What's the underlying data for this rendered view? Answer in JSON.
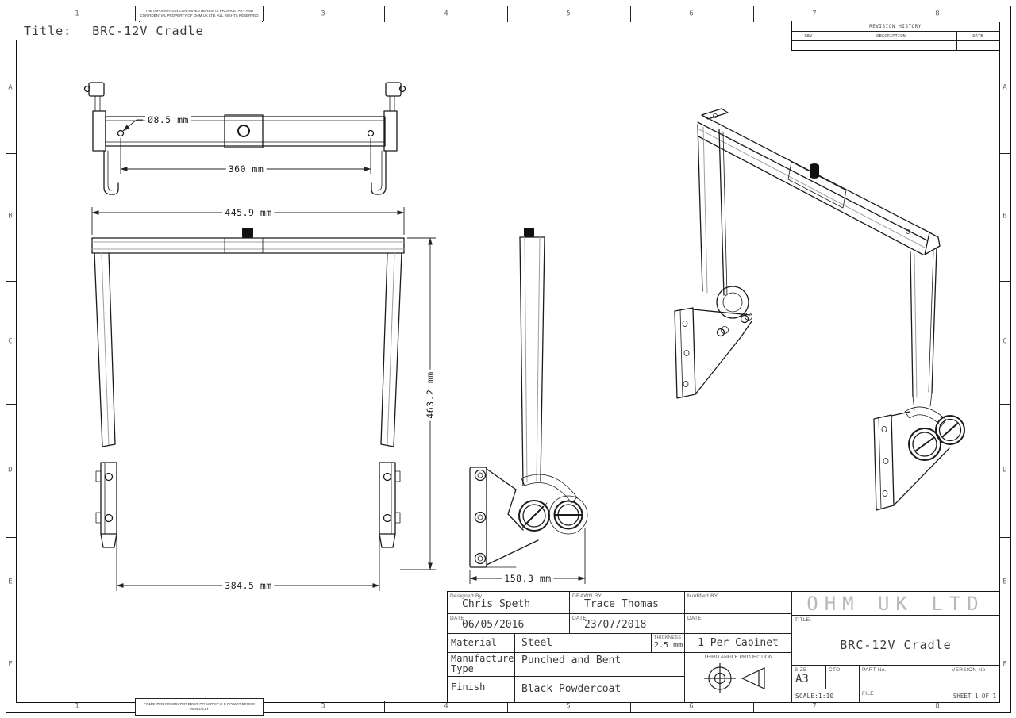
{
  "frame": {
    "title_label": "Title:",
    "title_value": "BRC-12V Cradle",
    "proprietary_notice": "THE INFORMATION CONTAINED HEREIN IS PROPRIETARY AND CONFIDENTIAL PROPERTY OF OHM UK LTD. ALL RIGHTS RESERVED",
    "print_notice": "COMPUTER GENERATED PRINT DO NOT SCALE DO NOT REVISE MANUALLY",
    "zone_columns": {
      "z1": "1",
      "z3": "3",
      "z4": "4",
      "z5": "5",
      "z6": "6",
      "z7": "7",
      "z8": "8"
    },
    "zone_rows": {
      "a": "A",
      "b": "B",
      "c": "C",
      "d": "D",
      "e": "E",
      "f": "F"
    }
  },
  "revision_table": {
    "title": "REVISION HISTORY",
    "col_rev": "REV",
    "col_description": "DESCRIPTION",
    "col_date": "DATE"
  },
  "dimensions": {
    "hole_diameter": "Ø8.5 mm",
    "hole_spacing": "360 mm",
    "overall_width": "445.9 mm",
    "overall_height": "463.2 mm",
    "inner_width": "384.5 mm",
    "bracket_depth": "158.3 mm"
  },
  "title_block": {
    "designed_by_label": "Designed By:",
    "designed_by": "Chris Speth",
    "drawn_by_label": "DRAWN BY",
    "drawn_by": "Trace Thomas",
    "modified_by_label": "Modified BY",
    "date_label": "DATE",
    "designed_date": "06/05/2016",
    "drawn_date": "23/07/2018",
    "material_label": "Material",
    "material": "Steel",
    "thickness_label": "THICKNESS",
    "thickness": "2.5 mm",
    "quantity": "1 Per Cabinet",
    "manufacture_label": "Manufacture Type",
    "manufacture": "Punched and Bent",
    "finish_label": "Finish",
    "finish": "Black Powdercoat",
    "projection_label": "THIRD ANGLE PROJECTION",
    "company": "OHM UK LTD",
    "title_label": "TITLE:",
    "title": "BRC-12V Cradle",
    "size_label": "SIZE",
    "size": "A3",
    "cto_label": "CTO",
    "part_no_label": "PART No.",
    "version_label": "VERSION No",
    "scale": "SCALE:1:10",
    "file_label": "FILE",
    "sheet": "SHEET 1 OF 1"
  }
}
